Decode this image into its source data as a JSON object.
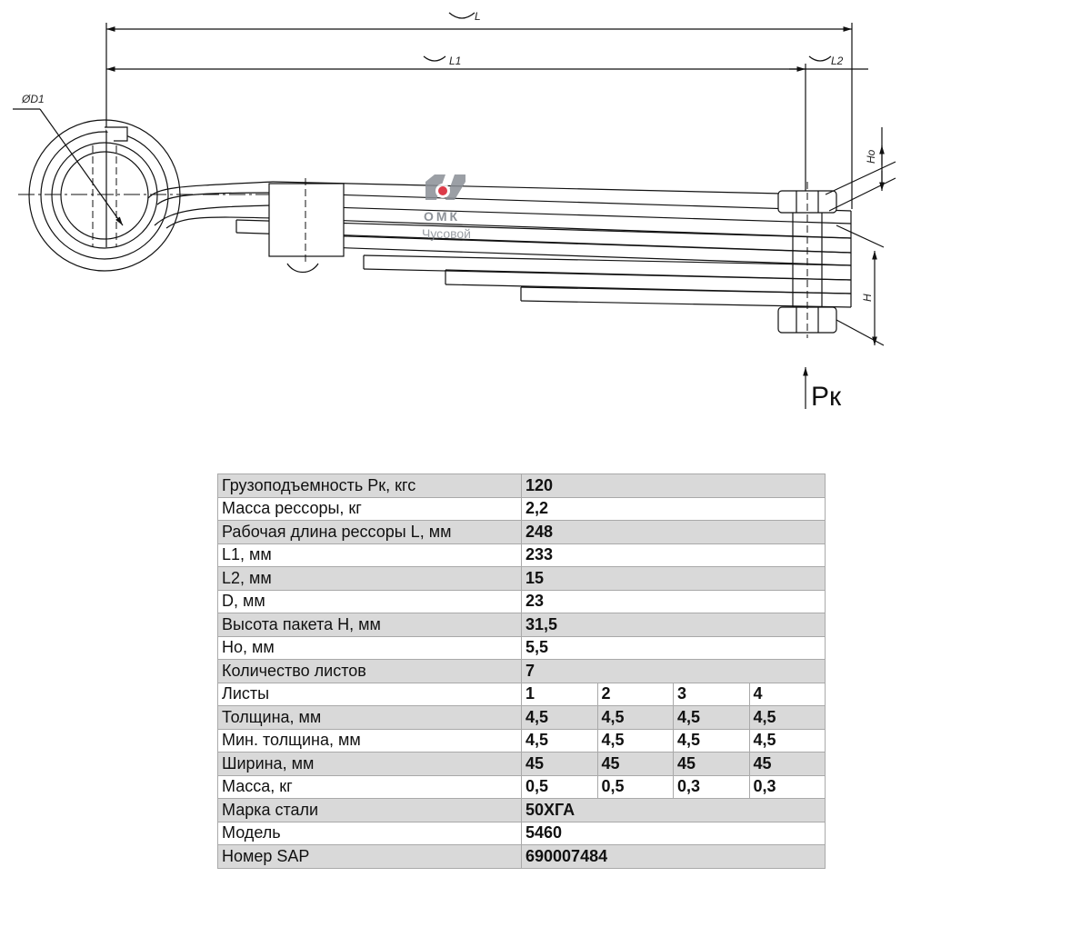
{
  "drawing": {
    "dim_L": "L",
    "dim_L1": "L1",
    "dim_L2": "L2",
    "dim_D1": "ØD1",
    "dim_Ho": "Ho",
    "dim_H": "H",
    "load_label": "Pк",
    "logo_main": "ОМК",
    "logo_sub": "Чусовой"
  },
  "spec_table": {
    "rows": [
      {
        "label": "Грузоподъемность Pк, кгс",
        "value": "120"
      },
      {
        "label": "Масса рессоры, кг",
        "value": "2,2"
      },
      {
        "label": "Рабочая длина рессоры L, мм",
        "value": "248"
      },
      {
        "label": "L1, мм",
        "value": "233"
      },
      {
        "label": "L2, мм",
        "value": "15"
      },
      {
        "label": "D, мм",
        "value": "23"
      },
      {
        "label": "Высота пакета H, мм",
        "value": "31,5"
      },
      {
        "label": "Ho, мм",
        "value": "5,5"
      },
      {
        "label": "Количество листов",
        "value": "7"
      }
    ],
    "leaf_rows": [
      {
        "label": "Листы",
        "values": [
          "1",
          "2",
          "3",
          "4"
        ]
      },
      {
        "label": "Толщина, мм",
        "values": [
          "4,5",
          "4,5",
          "4,5",
          "4,5"
        ]
      },
      {
        "label": "Мин. толщина, мм",
        "values": [
          "4,5",
          "4,5",
          "4,5",
          "4,5"
        ]
      },
      {
        "label": "Ширина, мм",
        "values": [
          "45",
          "45",
          "45",
          "45"
        ]
      },
      {
        "label": "Масса, кг",
        "values": [
          "0,5",
          "0,5",
          "0,3",
          "0,3"
        ]
      }
    ],
    "footer_rows": [
      {
        "label": "Марка стали",
        "value": "50ХГА"
      },
      {
        "label": "Модель",
        "value": "5460"
      },
      {
        "label": "Номер SAP",
        "value": "690007484"
      }
    ]
  },
  "colors": {
    "row_shade": "#d9d9d9",
    "logo_red": "#d7192a",
    "logo_grey": "#7a7f87"
  }
}
